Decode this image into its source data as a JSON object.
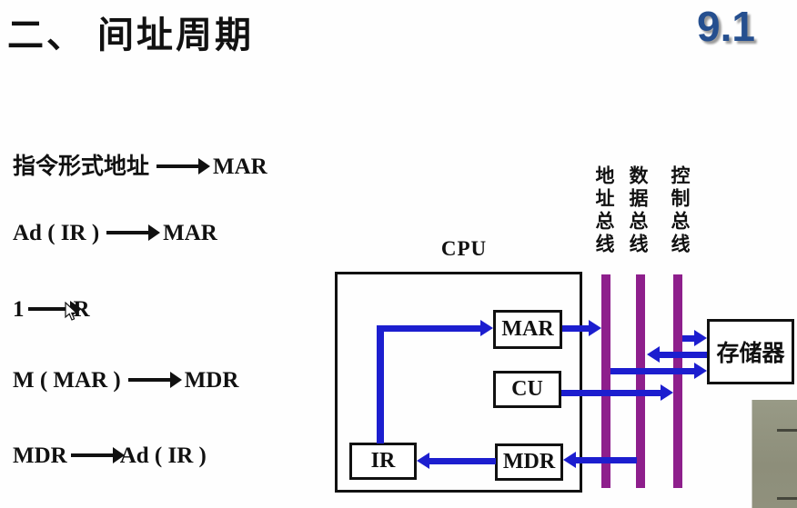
{
  "page": {
    "title": "二、 间址周期",
    "section_number": "9.1"
  },
  "steps": [
    {
      "lhs": "指令形式地址",
      "rhs": "MAR"
    },
    {
      "lhs": "Ad ( IR )",
      "rhs": "MAR"
    },
    {
      "lhs": "1",
      "rhs": "R"
    },
    {
      "lhs": "M ( MAR )",
      "rhs": "MDR"
    },
    {
      "lhs": "MDR",
      "rhs": "Ad ( IR )"
    }
  ],
  "diagram": {
    "cpu_label": "CPU",
    "blocks": {
      "mar": "MAR",
      "cu": "CU",
      "mdr": "MDR",
      "ir": "IR",
      "memory": "存储器"
    },
    "buses": [
      {
        "label": "地址总线"
      },
      {
        "label": "数据总线"
      },
      {
        "label": "控制总线"
      }
    ],
    "colors": {
      "arrow_blue": "#1c1ecf",
      "bus_purple": "#8e1f8c",
      "section_blue": "#254f8f"
    }
  }
}
